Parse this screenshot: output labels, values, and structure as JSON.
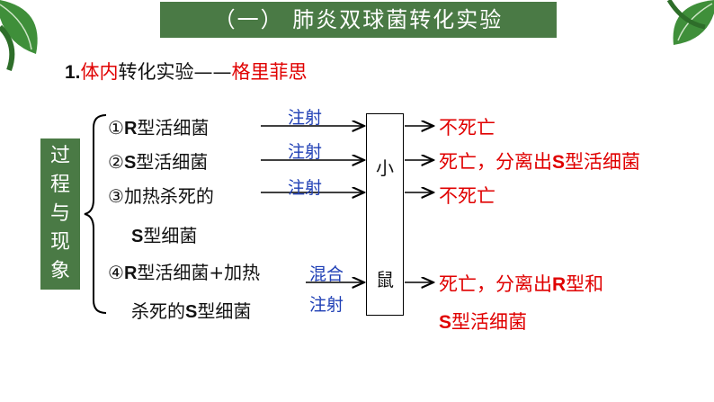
{
  "title": "（一） 肺炎双球菌转化实验",
  "heading": {
    "num": "1.",
    "part1": "体内",
    "part2": "转化实验——",
    "part3": "格里菲思"
  },
  "side_label": [
    "过",
    "程",
    "与",
    "现",
    "象"
  ],
  "rows": [
    {
      "marker": "①",
      "strain": "R",
      "text": "型活细菌"
    },
    {
      "marker": "②",
      "strain": "S",
      "text": "型活细菌"
    },
    {
      "marker": "③",
      "text": "加热杀死的"
    },
    {
      "strain": "S",
      "text": "型细菌"
    },
    {
      "marker": "④",
      "strain": "R",
      "text": "型活细菌+加热"
    },
    {
      "text": "杀死的",
      "strain": "S",
      "text2": "型细菌"
    }
  ],
  "arrow_labels": [
    "注射",
    "注射",
    "注射",
    "混合",
    "注射"
  ],
  "mouse": [
    "小",
    "鼠"
  ],
  "results": [
    {
      "text": "不死亡"
    },
    {
      "text": "死亡，分离出",
      "strain": "S",
      "text2": "型活细菌"
    },
    {
      "text": "不死亡"
    },
    {
      "text": "死亡，分离出",
      "strain": "R",
      "text2": "型和"
    },
    {
      "strain": "S",
      "text2": "型活细菌"
    }
  ]
}
